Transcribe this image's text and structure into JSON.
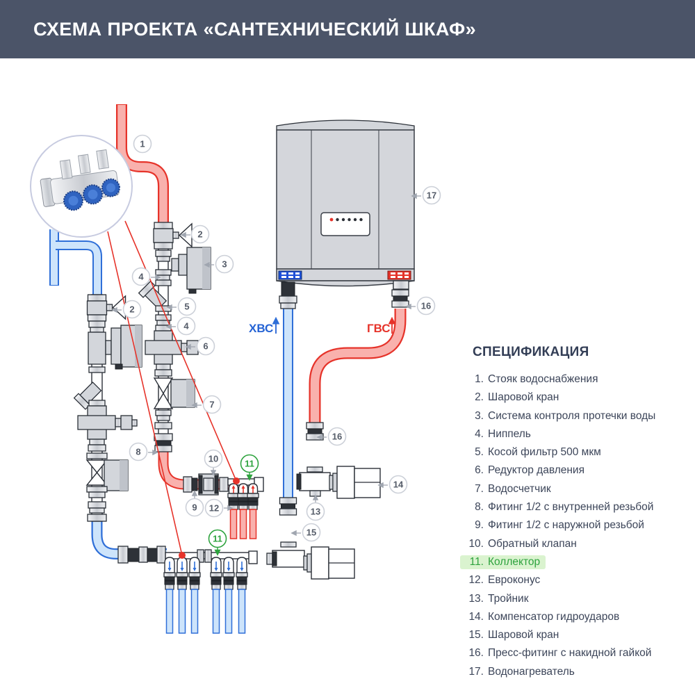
{
  "header": {
    "title": "СХЕМА ПРОЕКТА «САНТЕХНИЧЕСКИЙ ШКАФ»"
  },
  "spec": {
    "heading": "СПЕЦИФИКАЦИЯ",
    "items": [
      {
        "num": "1.",
        "label": "Стояк водоснабжения",
        "highlight": false
      },
      {
        "num": "2.",
        "label": "Шаровой кран",
        "highlight": false
      },
      {
        "num": "3.",
        "label": "Система контроля протечки воды",
        "highlight": false
      },
      {
        "num": "4.",
        "label": "Ниппель",
        "highlight": false
      },
      {
        "num": "5.",
        "label": "Косой фильтр 500 мкм",
        "highlight": false
      },
      {
        "num": "6.",
        "label": "Редуктор давления",
        "highlight": false
      },
      {
        "num": "7.",
        "label": "Водосчетчик",
        "highlight": false
      },
      {
        "num": "8.",
        "label": "Фитинг 1/2 с внутренней резьбой",
        "highlight": false
      },
      {
        "num": "9.",
        "label": "Фитинг 1/2 с наружной резьбой",
        "highlight": false
      },
      {
        "num": "10.",
        "label": "Обратный клапан",
        "highlight": false
      },
      {
        "num": "11.",
        "label": "Коллектор",
        "highlight": true
      },
      {
        "num": "12.",
        "label": "Евроконус",
        "highlight": false
      },
      {
        "num": "13.",
        "label": "Тройник",
        "highlight": false
      },
      {
        "num": "14.",
        "label": "Компенсатор гидроударов",
        "highlight": false
      },
      {
        "num": "15.",
        "label": "Шаровой кран",
        "highlight": false
      },
      {
        "num": "16.",
        "label": "Пресс-фитинг с накидной гайкой",
        "highlight": false
      },
      {
        "num": "17.",
        "label": "Водонагреватель",
        "highlight": false
      }
    ]
  },
  "diagram": {
    "cold_label": "ХВС",
    "hot_label": "ГВС",
    "callouts": [
      {
        "n": "1"
      },
      {
        "n": "2"
      },
      {
        "n": "3"
      },
      {
        "n": "4"
      },
      {
        "n": "2"
      },
      {
        "n": "5"
      },
      {
        "n": "4"
      },
      {
        "n": "6"
      },
      {
        "n": "7"
      },
      {
        "n": "8"
      },
      {
        "n": "10"
      },
      {
        "n": "11",
        "highlighted": true
      },
      {
        "n": "9"
      },
      {
        "n": "12"
      },
      {
        "n": "11",
        "highlighted": true
      },
      {
        "n": "13"
      },
      {
        "n": "14"
      },
      {
        "n": "15"
      },
      {
        "n": "16"
      },
      {
        "n": "16"
      },
      {
        "n": "17"
      }
    ]
  },
  "colors": {
    "header_bg": "#4b5468",
    "hot_pipe": "#e6332a",
    "cold_pipe": "#2f6fd8",
    "highlight_bg": "#daf3cf",
    "highlight_text": "#2ea33e"
  }
}
